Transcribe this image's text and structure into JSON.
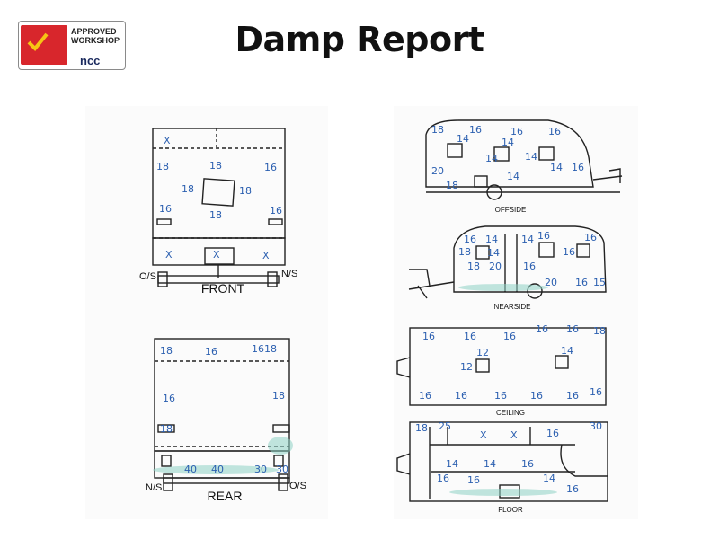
{
  "logo": {
    "line1": "APPROVED",
    "line2": "WORKSHOP",
    "brand": "ncc"
  },
  "title": "Damp Report",
  "front": {
    "label": "FRONT",
    "left": "O/S",
    "right": "N/S"
  },
  "rear": {
    "label": "REAR",
    "left": "N/S",
    "right": "O/S"
  },
  "views": {
    "offside": "OFFSIDE",
    "nearside": "NEARSIDE",
    "ceiling": "CEILING",
    "floor": "FLOOR"
  },
  "readings": {
    "front": [
      "X",
      "18",
      "18",
      "16",
      "18",
      "18",
      "18",
      "16",
      "16",
      "X",
      "X",
      "X"
    ],
    "rear": [
      "18",
      "16",
      "1618",
      "16",
      "18",
      "18",
      "40",
      "40",
      "30",
      "30"
    ],
    "offside": [
      "18",
      "16",
      "16",
      "16",
      "14",
      "14",
      "14",
      "14",
      "16",
      "20",
      "14",
      "14",
      "18"
    ],
    "nearside": [
      "16",
      "14",
      "16",
      "16",
      "14",
      "18",
      "14",
      "16",
      "20",
      "18",
      "16",
      "20",
      "16",
      "15"
    ],
    "ceiling": [
      "16",
      "16",
      "16",
      "16",
      "16",
      "18",
      "12",
      "12",
      "14",
      "16",
      "16",
      "16",
      "16",
      "16",
      "16"
    ],
    "floor": [
      "18",
      "25",
      "X",
      "X",
      "16",
      "14",
      "14",
      "16",
      "16",
      "16",
      "14",
      "16",
      "30"
    ]
  },
  "colors": {
    "ink": "#2b5fb0",
    "stain": "#8ed1c4",
    "logo_red": "#d8262c"
  }
}
